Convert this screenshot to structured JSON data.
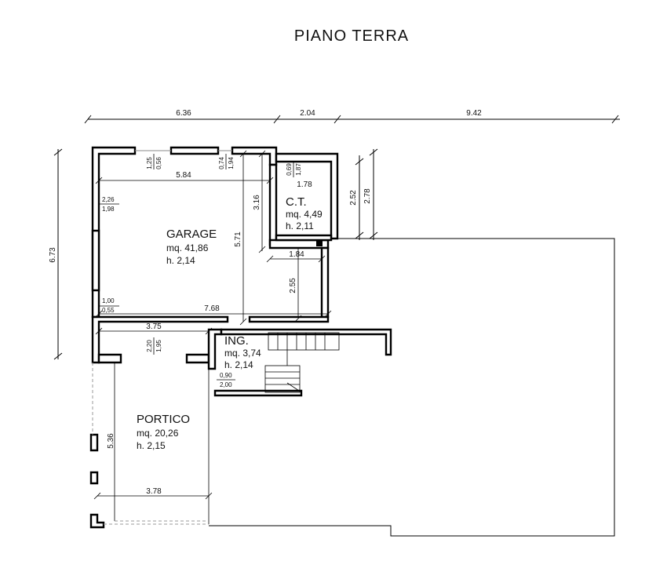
{
  "title": "PIANO   TERRA",
  "dims_top": {
    "a": "6.36",
    "b": "2.04",
    "c": "9.42"
  },
  "dims_side": {
    "total_height": "6.73",
    "portico_height": "5.36",
    "ct_h1": "2.52",
    "ct_h2": "2.78"
  },
  "garage": {
    "name": "GARAGE",
    "area": "mq. 41,86",
    "height": "h. 2,14",
    "width_top": "5.84",
    "width_bottom": "7.68",
    "height_mid": "5.71",
    "height_right": "3.16",
    "win_top_a": [
      "1,25",
      "0,56"
    ],
    "win_top_b": [
      "0,74",
      "1,94"
    ],
    "win_left": [
      "2,26",
      "1,98"
    ],
    "win_left_low": [
      "1,00",
      "0,55"
    ],
    "lower_width": "1.84",
    "lower_height": "2.55"
  },
  "ct": {
    "name": "C.T.",
    "area": "mq. 4,49",
    "height": "h. 2,11",
    "width": "1.78",
    "win": [
      "0,69",
      "1,87"
    ]
  },
  "ingresso": {
    "name": "ING.",
    "area": "mq. 3,74",
    "height": "h. 2,14",
    "door": [
      "0,90",
      "2,00"
    ]
  },
  "corridor": {
    "width": "3.75",
    "win": [
      "2,20",
      "1,95"
    ]
  },
  "portico": {
    "name": "PORTICO",
    "area": "mq. 20,26",
    "height": "h. 2,15",
    "width": "3.78"
  }
}
